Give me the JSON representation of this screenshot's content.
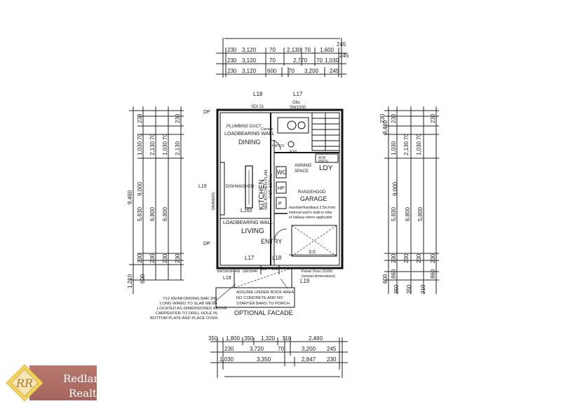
{
  "top_dims": {
    "row1": [
      "230",
      "3,120",
      "70",
      "2,130",
      "70",
      "1,600",
      "245"
    ],
    "row2": [
      "230",
      "3,120",
      "70",
      "2,770",
      "70",
      "1,030",
      "245"
    ],
    "row3": [
      "230",
      "3,120",
      "600",
      "70",
      "3,200",
      "245"
    ]
  },
  "bottom_dims": {
    "row1": [
      "350",
      "1,800",
      "350",
      "1,320",
      "710",
      "2,460"
    ],
    "row2": [
      "230",
      "3,720",
      "70",
      "3,200",
      "245"
    ],
    "row3": [
      "1,030",
      "3,350",
      "2,847",
      "230"
    ]
  },
  "left_dims": [
    "1,210",
    "9,460",
    "9,000",
    "5,830",
    "6,800",
    "6,800",
    "230",
    "230",
    "230",
    "230",
    "70",
    "1,030",
    "2,130",
    "70",
    "230",
    "1,030",
    "70",
    "2,130",
    "230",
    "600"
  ],
  "right_dims": [
    "9,460",
    "9,000",
    "5,830",
    "6,800",
    "5,800",
    "230",
    "1,030",
    "230",
    "70",
    "2,130",
    "70",
    "1,030",
    "230",
    "230",
    "860",
    "230",
    "230",
    "860",
    "230",
    "600",
    "350",
    "350",
    "210"
  ],
  "labels": {
    "l18_top": "L18",
    "l17_top": "L17",
    "sdi": "SDI 21",
    "obs": "Obs",
    "sw": "SW1000",
    "dp_top": "DP",
    "dp_bottom": "DP",
    "plumbing": "PLUMBING DUCT",
    "cornice": "Cornice",
    "loadbearing_top": "LOADBEARING WALL",
    "dining": "DINING",
    "hatch": "HATCH",
    "wm": "W.M",
    "prov": "PROV",
    "ldy": "LDY",
    "kitchen": "KITCHEN",
    "kitchen_note1": "SEE KITCHEN PLAN",
    "kitchen_note2": "FOR DETAIL",
    "dishwasher": "DISHWASHER",
    "l19_left": "L19",
    "drawer": "DRAWERS",
    "awning": "AWNING",
    "space": "SPACE",
    "wc": "WC",
    "hp": "HP",
    "rangehood": "RANGEHOOD",
    "garage": "GARAGE",
    "garage_note1": "manhole/handback 2.5m from",
    "garage_note2": "external wall in walk-in-robe",
    "garage_note3": "or hallway where applicable",
    "p": "P",
    "dim_1260": "1,260",
    "loadbearing_bottom": "LOADBEARING WALL",
    "living": "LIVING",
    "entry": "ENTRY",
    "l17_bottom": "L17",
    "l18_bottom": "L18",
    "three": "3.0",
    "sw_left": "SW1803FHM",
    "sw_right": "SW1846",
    "d410": "410",
    "d870": "870",
    "panel1": "Panel Door 2100h",
    "panel2": "(reveal dimensions)",
    "l19_bottom": "L19",
    "note_left": [
      "Y12 REINFORDING BAR 300",
      "LONG WIRED TO SLAB MESH",
      "LOCATED AS DIMENSIONED ABOVE",
      "CARPENTER TO DRILL HOLE IN",
      "BOTTOM PLATE AND PLACE OVER."
    ],
    "note_right": [
      "ASSUME UNDER ROOF AREA",
      "NO CONCRETE AND NO",
      "STARTER BARS TO PORCH"
    ],
    "optional_facade": "OPTIONAL FACADE",
    "dim_820": "820"
  },
  "logo": {
    "line1": "Redlands",
    "line2": "Realty",
    "monogram": "RR"
  },
  "colors": {
    "logo_box": "#a86a61",
    "diamond_outer": "#f3d45a",
    "diamond_inner": "#f7e6b8",
    "ink": "#1a1a1a"
  }
}
